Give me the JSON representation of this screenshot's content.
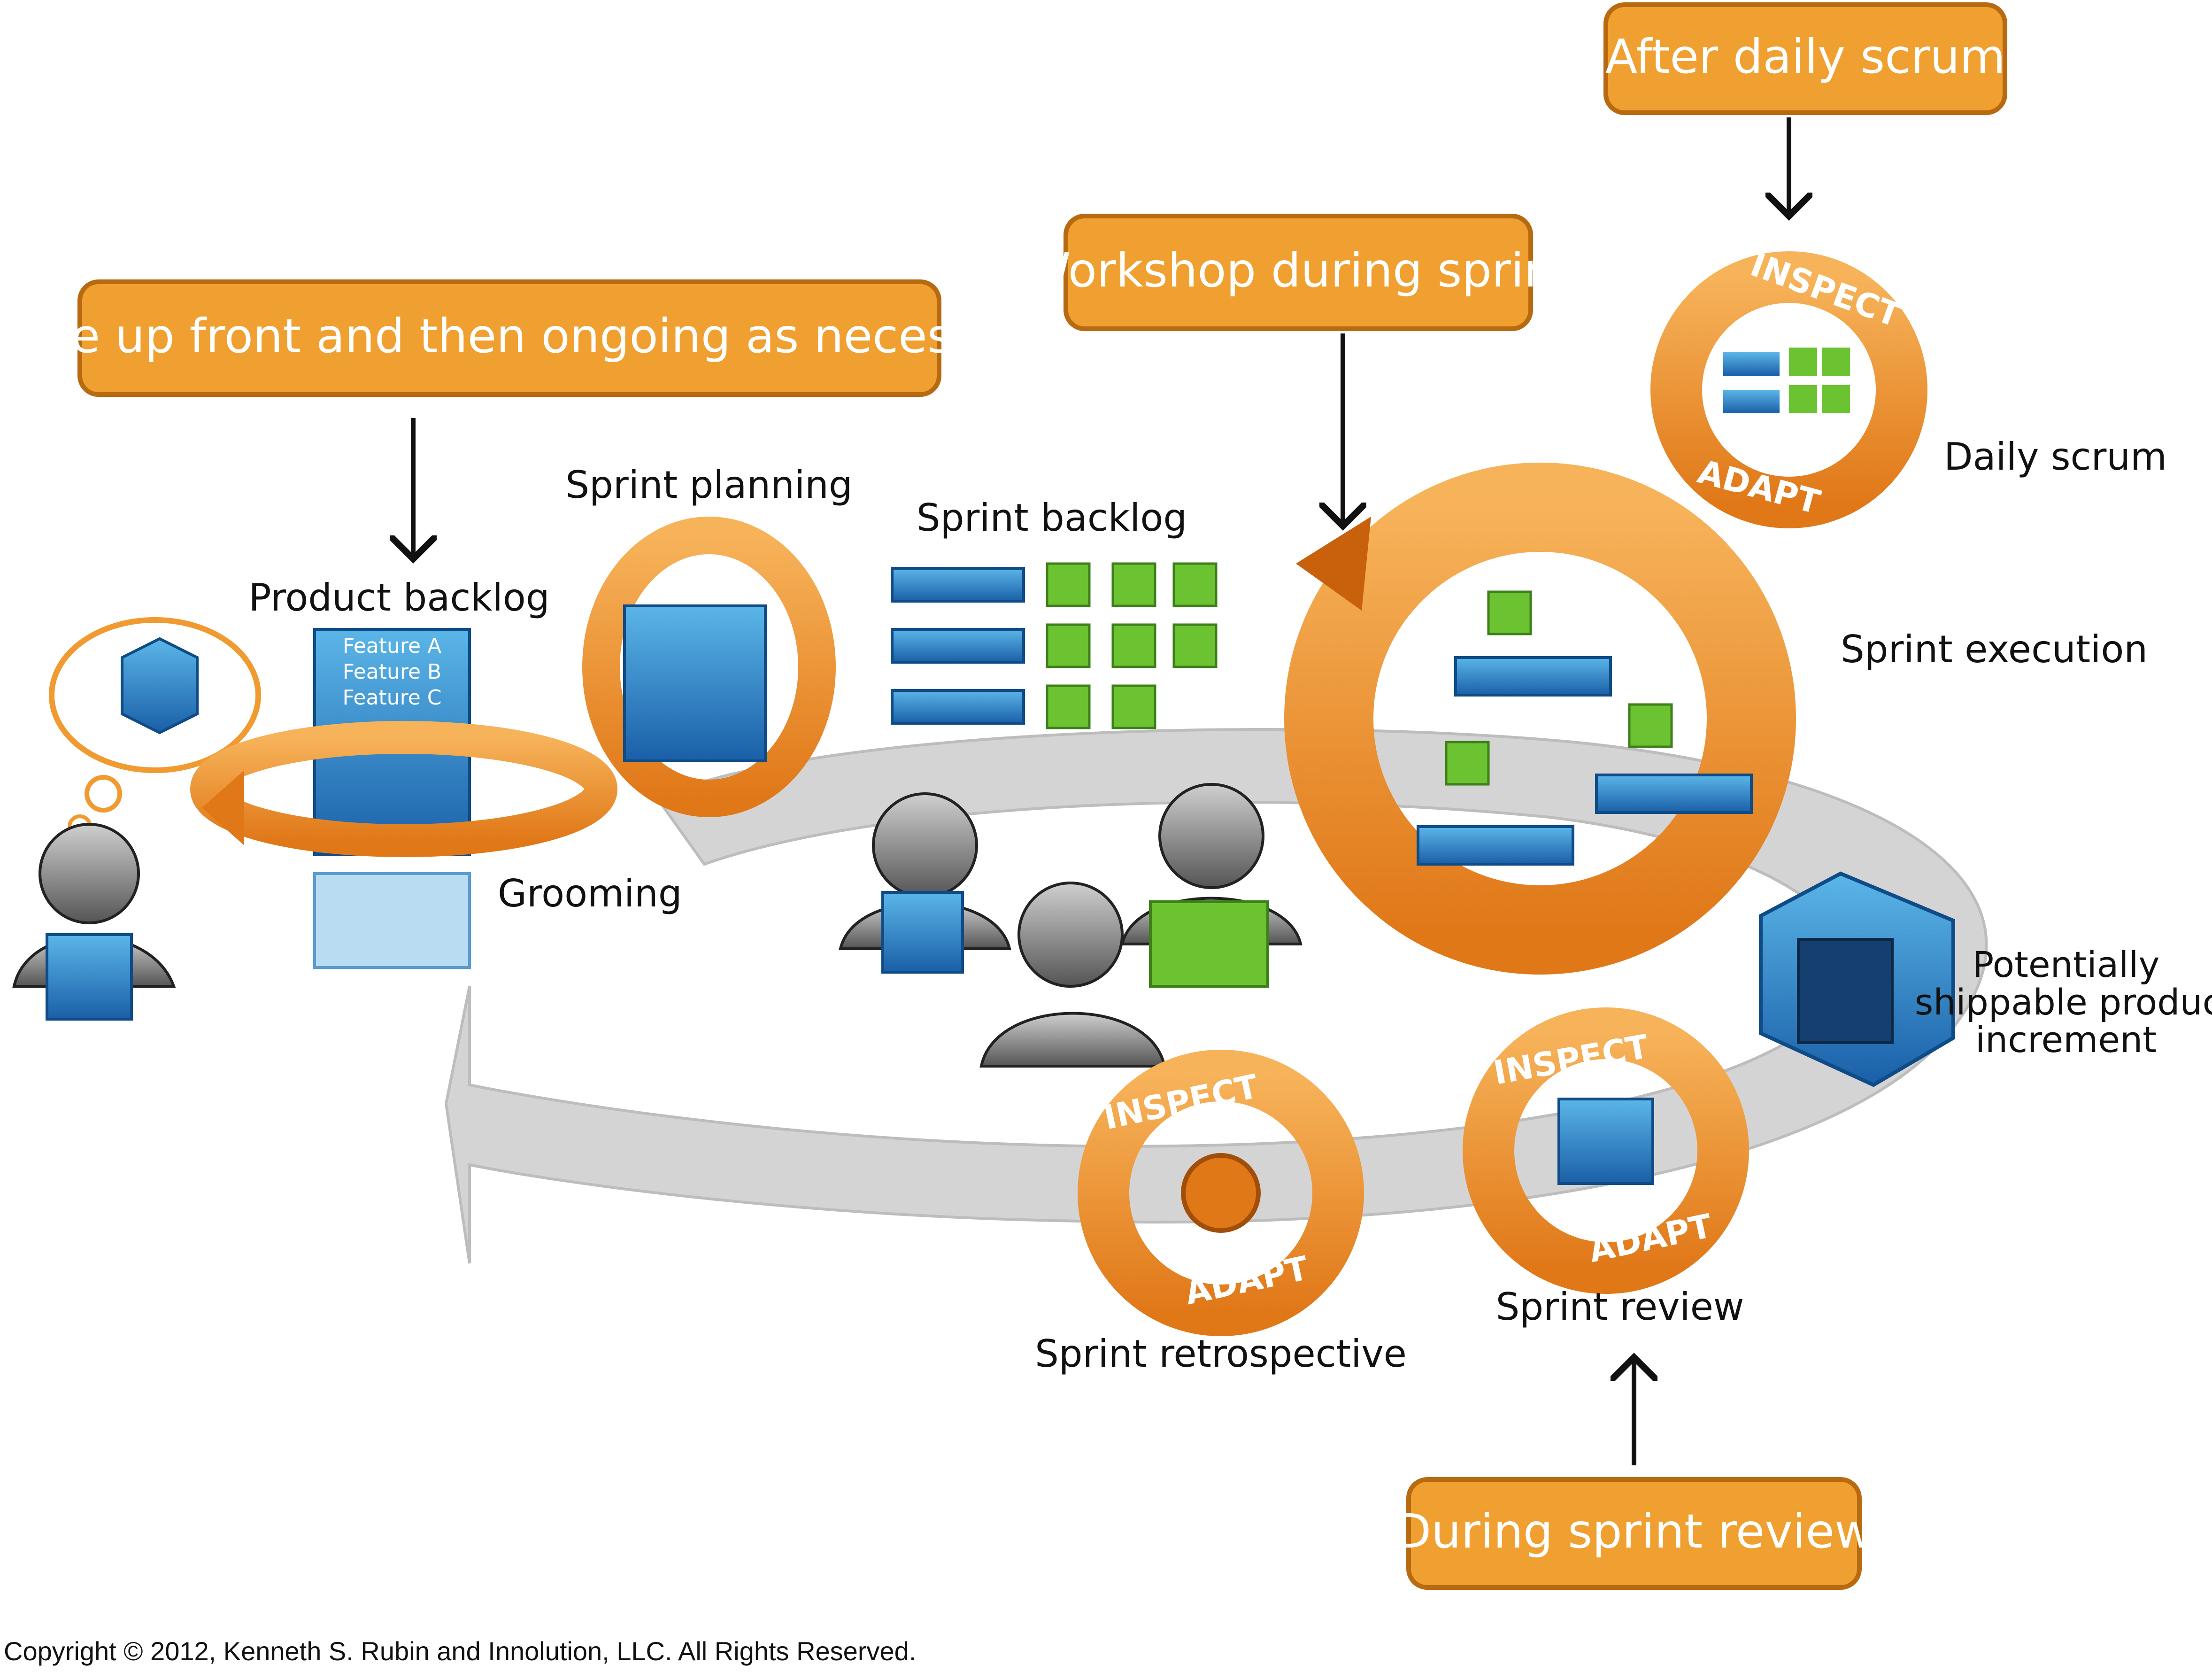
{
  "callouts": {
    "grooming": "Some up front and then ongoing as necessary",
    "workshop": "Workshop during sprint",
    "daily": "After daily scrum",
    "review": "During sprint review"
  },
  "labels": {
    "product_backlog": "Product backlog",
    "sprint_planning": "Sprint planning",
    "sprint_backlog": "Sprint backlog",
    "grooming": "Grooming",
    "daily_scrum": "Daily scrum",
    "sprint_execution": "Sprint execution",
    "increment_line1": "Potentially",
    "increment_line2": "shippable product",
    "increment_line3": "increment",
    "sprint_review": "Sprint review",
    "sprint_retrospective": "Sprint retrospective"
  },
  "backlog_features": [
    "Feature A",
    "Feature B",
    "Feature C"
  ],
  "cycle_words": {
    "inspect": "INSPECT",
    "adapt": "ADAPT"
  },
  "copyright": "Copyright © 2012, Kenneth S. Rubin and Innolution, LLC. All Rights Reserved.",
  "colors": {
    "orange": "#f39a2b",
    "orange_dark": "#c8600c",
    "callout_fill": "#f0a030",
    "callout_border": "#b86a10",
    "blue": "#1f6fb8",
    "green": "#6cc332",
    "track_gray": "#cfcfcf"
  }
}
